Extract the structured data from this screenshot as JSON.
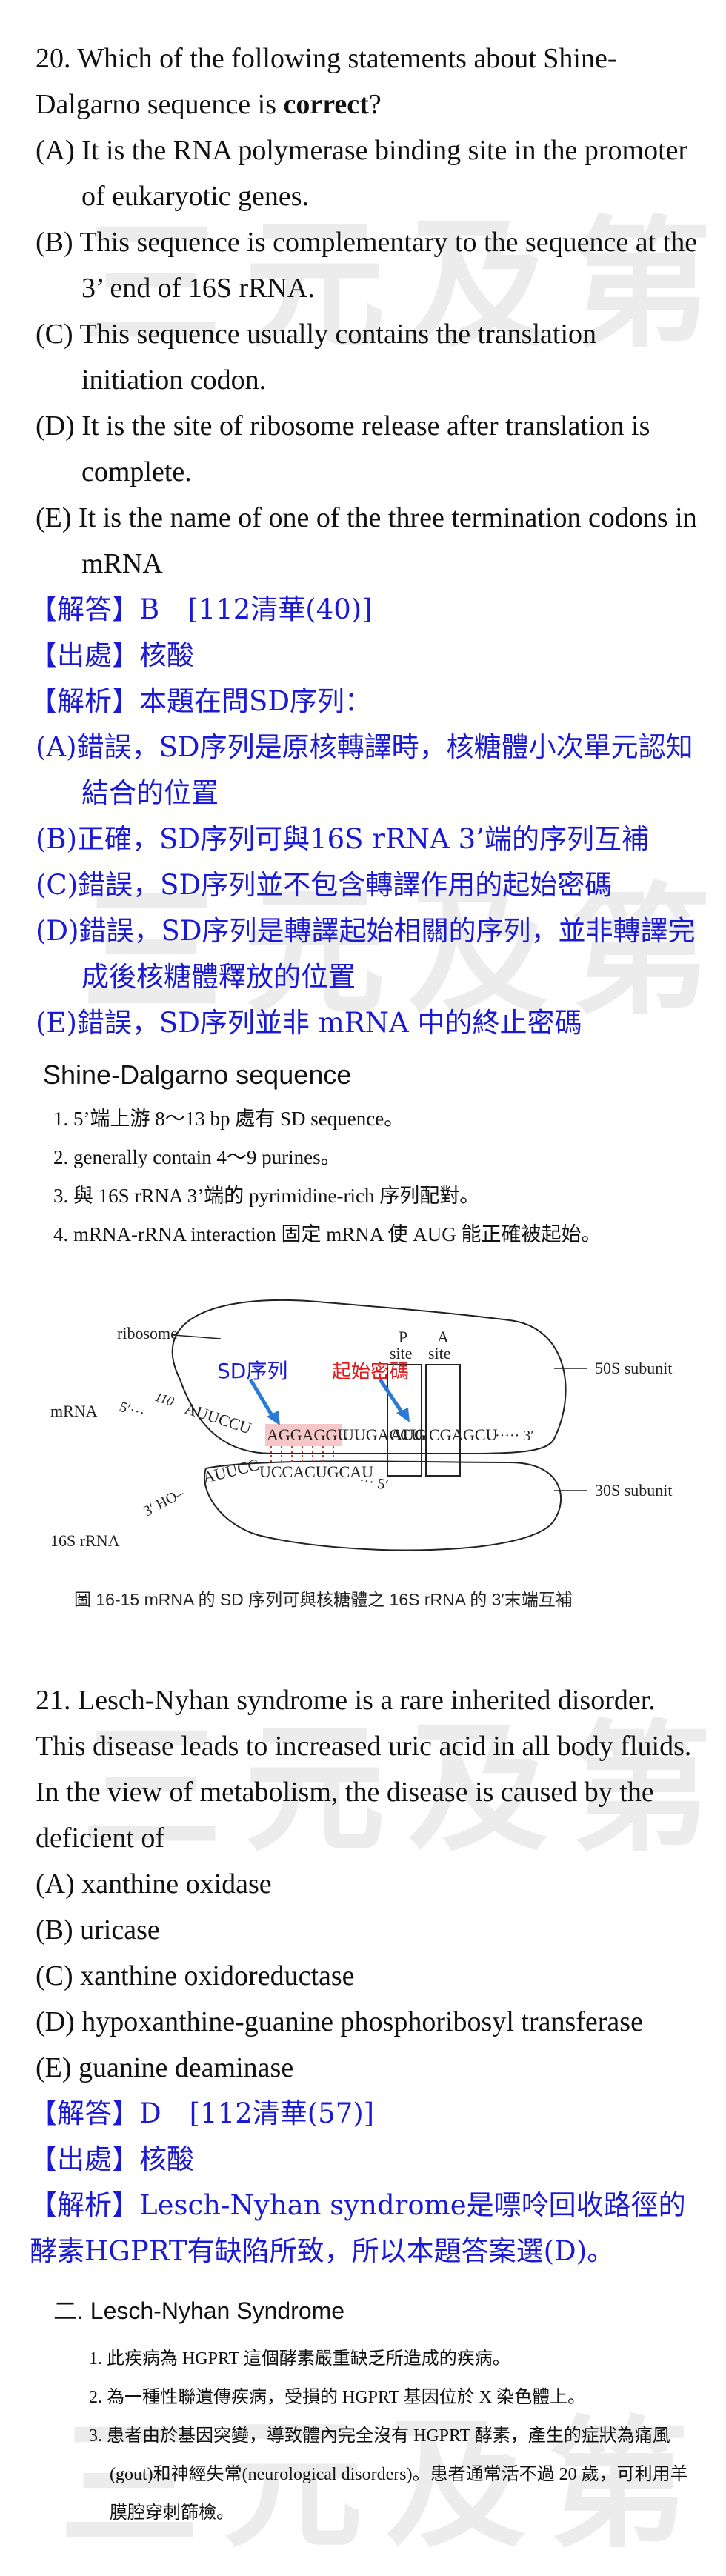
{
  "q20": {
    "stem_pre": "20. Which of the following statements about Shine-Dalgarno sequence is ",
    "stem_bold": "correct",
    "stem_post": "?",
    "options": [
      "(A) It is the RNA polymerase binding site in the promoter of eukaryotic genes.",
      "(B) This sequence is complementary to the sequence at the 3’ end of 16S rRNA.",
      "(C) This sequence usually contains the translation initiation codon.",
      "(D) It is the site of ribosome release after translation is complete.",
      "(E) It is the name of one of the three termination codons in mRNA"
    ],
    "answer_label": "【解答】",
    "answer_value": "B",
    "answer_ref": "[112清華(40)]",
    "source_label": "【出處】",
    "source_value": "核酸",
    "explain_label": "【解析】",
    "explain_value": "本題在問SD序列：",
    "explanations": [
      "(A)錯誤，SD序列是原核轉譯時，核糖體小次單元認知結合的位置",
      "(B)正確，SD序列可與16S rRNA 3’端的序列互補",
      "(C)錯誤，SD序列並不包含轉譯作用的起始密碼",
      "(D)錯誤，SD序列是轉譯起始相關的序列，並非轉譯完成後核糖體釋放的位置",
      "(E)錯誤，SD序列並非 mRNA 中的終止密碼"
    ]
  },
  "sd_box": {
    "title": "Shine-Dalgarno sequence",
    "points": [
      "1. 5’端上游 8～13 bp 處有 SD sequence。",
      "2. generally contain 4～9 purines。",
      "3. 與 16S rRNA 3’端的 pyrimidine-rich 序列配對。",
      "4. mRNA-rRNA interaction 固定 mRNA 使 AUG 能正確被起始。"
    ]
  },
  "figure": {
    "ribosome": "ribosome",
    "mrna": "mRNA",
    "rrna": "16S rRNA",
    "sd_label": "SD序列",
    "start_label": "起始密碼",
    "p_site": "P",
    "p_site2": "site",
    "a_site": "A",
    "a_site2": "site",
    "s50": "50S  subunit",
    "s30": "30S  subunit",
    "five_prime": "5′···",
    "num110": "110",
    "mrna_seq1": "AUUCCU",
    "sd_seq": "AGGAGGU",
    "mrna_seq2": "UUGACCU",
    "aug": "AUG",
    "cga": "CGA",
    "gcu": "GCU",
    "dots3": "····· 3′",
    "rrna_3": "3′ HO–",
    "rrna_seq": "AUUCCUCCACUGCAU",
    "rrna_5": "··· 5′",
    "caption": "圖 16-15   mRNA 的 SD 序列可與核糖體之 16S rRNA 的 3′末端互補"
  },
  "q21": {
    "stem": "21. Lesch-Nyhan syndrome is a rare inherited disorder. This disease leads to increased uric acid in all body fluids. In the view of metabolism, the disease is caused by the deficient of",
    "options": [
      "(A) xanthine oxidase",
      "(B) uricase",
      "(C) xanthine oxidoreductase",
      "(D) hypoxanthine-guanine phosphoribosyl transferase",
      "(E) guanine deaminase"
    ],
    "answer_label": "【解答】",
    "answer_value": "D",
    "answer_ref": "[112清華(57)]",
    "source_label": "【出處】",
    "source_value": "核酸",
    "explain_label": "【解析】",
    "explain_value": "Lesch-Nyhan syndrome是嘌呤回收路徑的酵素HGPRT有缺陷所致，所以本題答案選(D)。"
  },
  "lesch_box": {
    "title": "二. Lesch-Nyhan Syndrome",
    "points": [
      "1. 此疾病為 HGPRT 這個酵素嚴重缺乏所造成的疾病。",
      "2. 為一種性聯遺傳疾病，受損的 HGPRT 基因位於 X 染色體上。",
      "3. 患者由於基因突變，導致體內完全沒有 HGPRT 酵素，產生的症狀為痛風(gout)和神經失常(neurological disorders)。患者通常活不過 20 歲，可利用羊膜腔穿刺篩檢。"
    ]
  },
  "watermark": "三元及第"
}
